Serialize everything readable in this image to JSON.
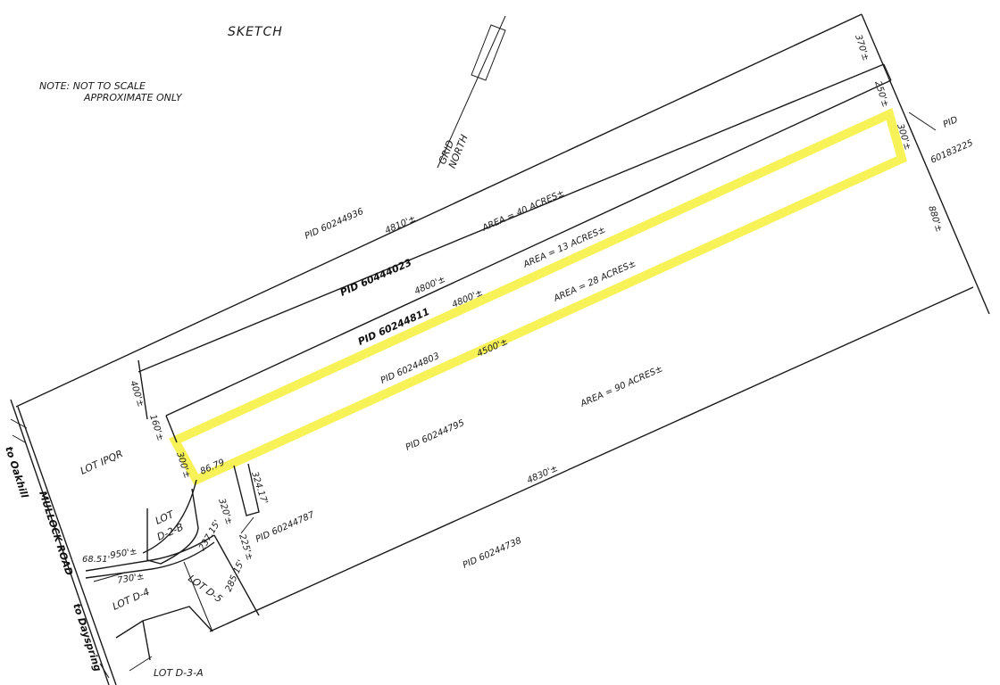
{
  "title": "SKETCH",
  "note": {
    "line1": "NOTE: NOT TO SCALE",
    "line2": "APPROXIMATE ONLY"
  },
  "grid_north": {
    "line1": "GRID",
    "line2": "NORTH"
  },
  "highlight_color": "#f5f03a",
  "roads": {
    "mullock": "MULLOCK ROAD",
    "to_oakhill": "to Oakhill",
    "to_dayspring": "to Dayspring"
  },
  "parcels": {
    "pid_60244936": "PID 60244936",
    "pid_60444023": "PID 60444023",
    "pid_60244811": "PID 60244811",
    "pid_60244803": "PID 60244803",
    "pid_60244795": "PID 60244795",
    "pid_60244787": "PID 60244787",
    "pid_60244738": "PID 60244738",
    "pid_60183225_a": "PID",
    "pid_60183225_b": "60183225",
    "lot_ipqr": "LOT IPQR",
    "lot_d2b_a": "LOT",
    "lot_d2b_b": "D-2-B",
    "lot_d4": "LOT D-4",
    "lot_d5": "LOT D-5",
    "lot_d3a": "LOT D-3-A"
  },
  "areas": {
    "a40": "AREA = 40 ACRES±",
    "a13": "AREA = 13 ACRES±",
    "a28": "AREA = 28 ACRES±",
    "a90": "AREA = 90 ACRES±"
  },
  "dims": {
    "d4810": "4810'±",
    "d4800a": "4800'±",
    "d4800b": "4800'±",
    "d4500": "4500'±",
    "d4830": "4830'±",
    "d370": "370'±",
    "d250": "250'±",
    "d300r": "300'±",
    "d880": "880'±",
    "d400": "400'±",
    "d160": "160'±",
    "d300l": "300'±",
    "d8679": "86.79",
    "d32417": "324.17'",
    "d320": "320'±",
    "d225": "225'±",
    "d6851": "68.51'",
    "d950": "950'±",
    "d730": "730'±",
    "d23715": "237.15'",
    "d28515": "285.15'"
  }
}
